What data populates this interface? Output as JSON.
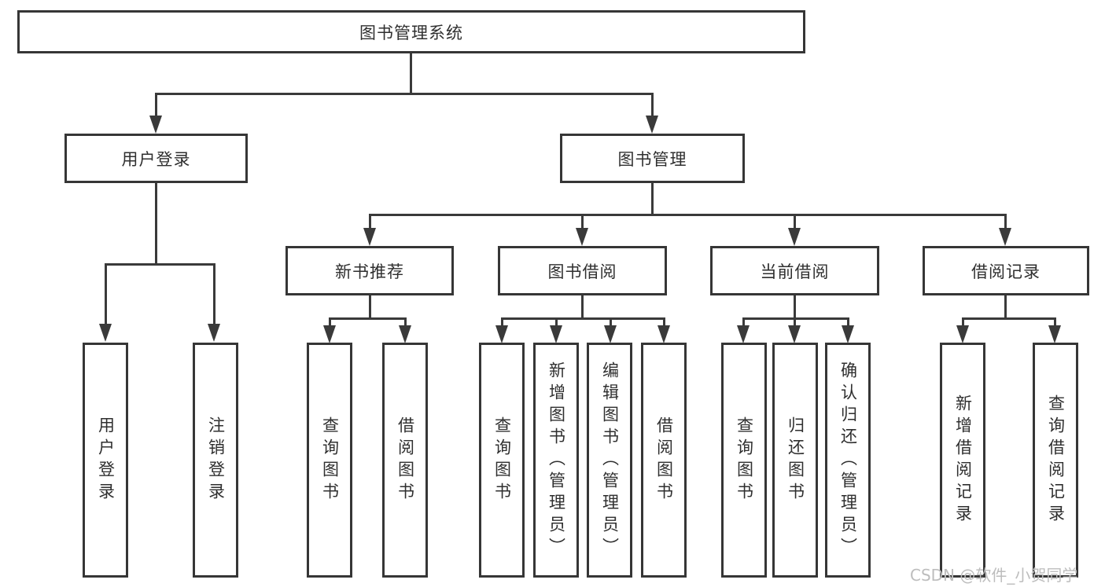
{
  "diagram_title": "图书管理系统",
  "nodes": {
    "root": {
      "label": "图书管理系统"
    },
    "l2": [
      {
        "label": "用户登录"
      },
      {
        "label": "图书管理"
      }
    ],
    "l3": [
      {
        "label": "新书推荐"
      },
      {
        "label": "图书借阅"
      },
      {
        "label": "当前借阅"
      },
      {
        "label": "借阅记录"
      }
    ],
    "leaves_login": [
      {
        "label": "用户登录"
      },
      {
        "label": "注销登录"
      }
    ],
    "leaves_newbook": [
      {
        "label": "查询图书"
      },
      {
        "label": "借阅图书"
      }
    ],
    "leaves_borrow": [
      {
        "label": "查询图书"
      },
      {
        "label": "新增图书（管理员）"
      },
      {
        "label": "编辑图书（管理员）"
      },
      {
        "label": "借阅图书"
      }
    ],
    "leaves_current": [
      {
        "label": "查询图书"
      },
      {
        "label": "归还图书"
      },
      {
        "label": "确认归还（管理员）"
      }
    ],
    "leaves_records": [
      {
        "label": "新增借阅记录"
      },
      {
        "label": "查询借阅记录"
      }
    ]
  },
  "watermark": "CSDN @软件_小贺同学",
  "colors": {
    "line": "#3a3a3a",
    "box_border": "#363636",
    "box_background": "#ffffff",
    "text": "#2f2f2f",
    "watermark": "#bdbdbd"
  }
}
